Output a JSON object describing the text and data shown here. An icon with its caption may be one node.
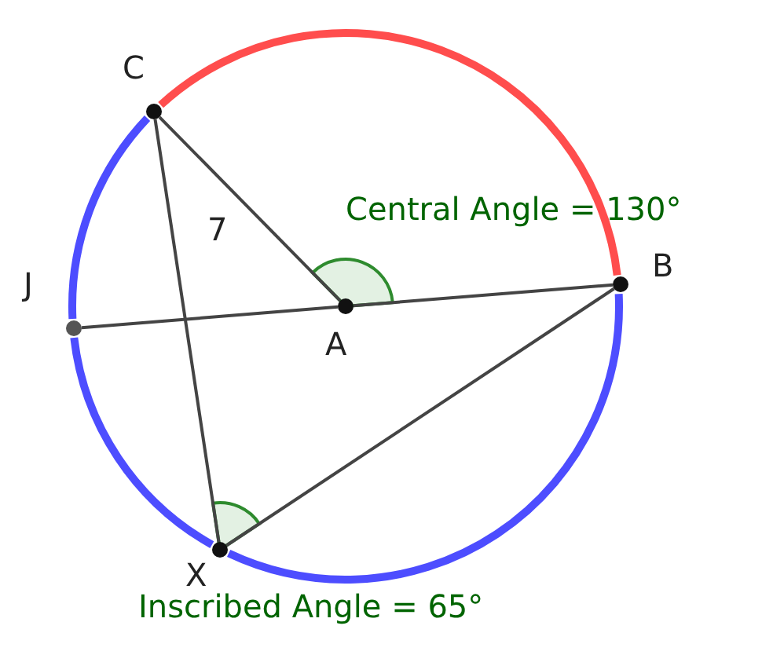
{
  "diagram": {
    "nodes": [
      {
        "text": [
          "C"
        ]
      },
      {
        "text": [
          "B"
        ]
      },
      {
        "text": [
          "A"
        ]
      },
      {
        "text": [
          "J"
        ]
      },
      {
        "text": [
          "X"
        ]
      }
    ],
    "edges": [
      {
        "from": 0,
        "to": 2,
        "arrow": "none",
        "label": "7"
      },
      {
        "from": 3,
        "to": 2,
        "arrow": "none"
      },
      {
        "from": 2,
        "to": 1,
        "arrow": "none"
      },
      {
        "from": 0,
        "to": 4,
        "arrow": "none"
      },
      {
        "from": 4,
        "to": 1,
        "arrow": "none"
      },
      {
        "from": 0,
        "to": 1,
        "arrow": "none",
        "style": "thick",
        "color": "#ff4d4d"
      },
      {
        "from": 1,
        "to": 4,
        "arrow": "none",
        "style": "thick",
        "color": "#4d4dff"
      },
      {
        "from": 4,
        "to": 3,
        "arrow": "none",
        "style": "thick",
        "color": "#4d4dff"
      },
      {
        "from": 3,
        "to": 0,
        "arrow": "none",
        "style": "thick",
        "color": "#4d4dff"
      }
    ],
    "labels": [
      "Central Angle = 130°",
      "Inscribed Angle = 65°"
    ]
  }
}
